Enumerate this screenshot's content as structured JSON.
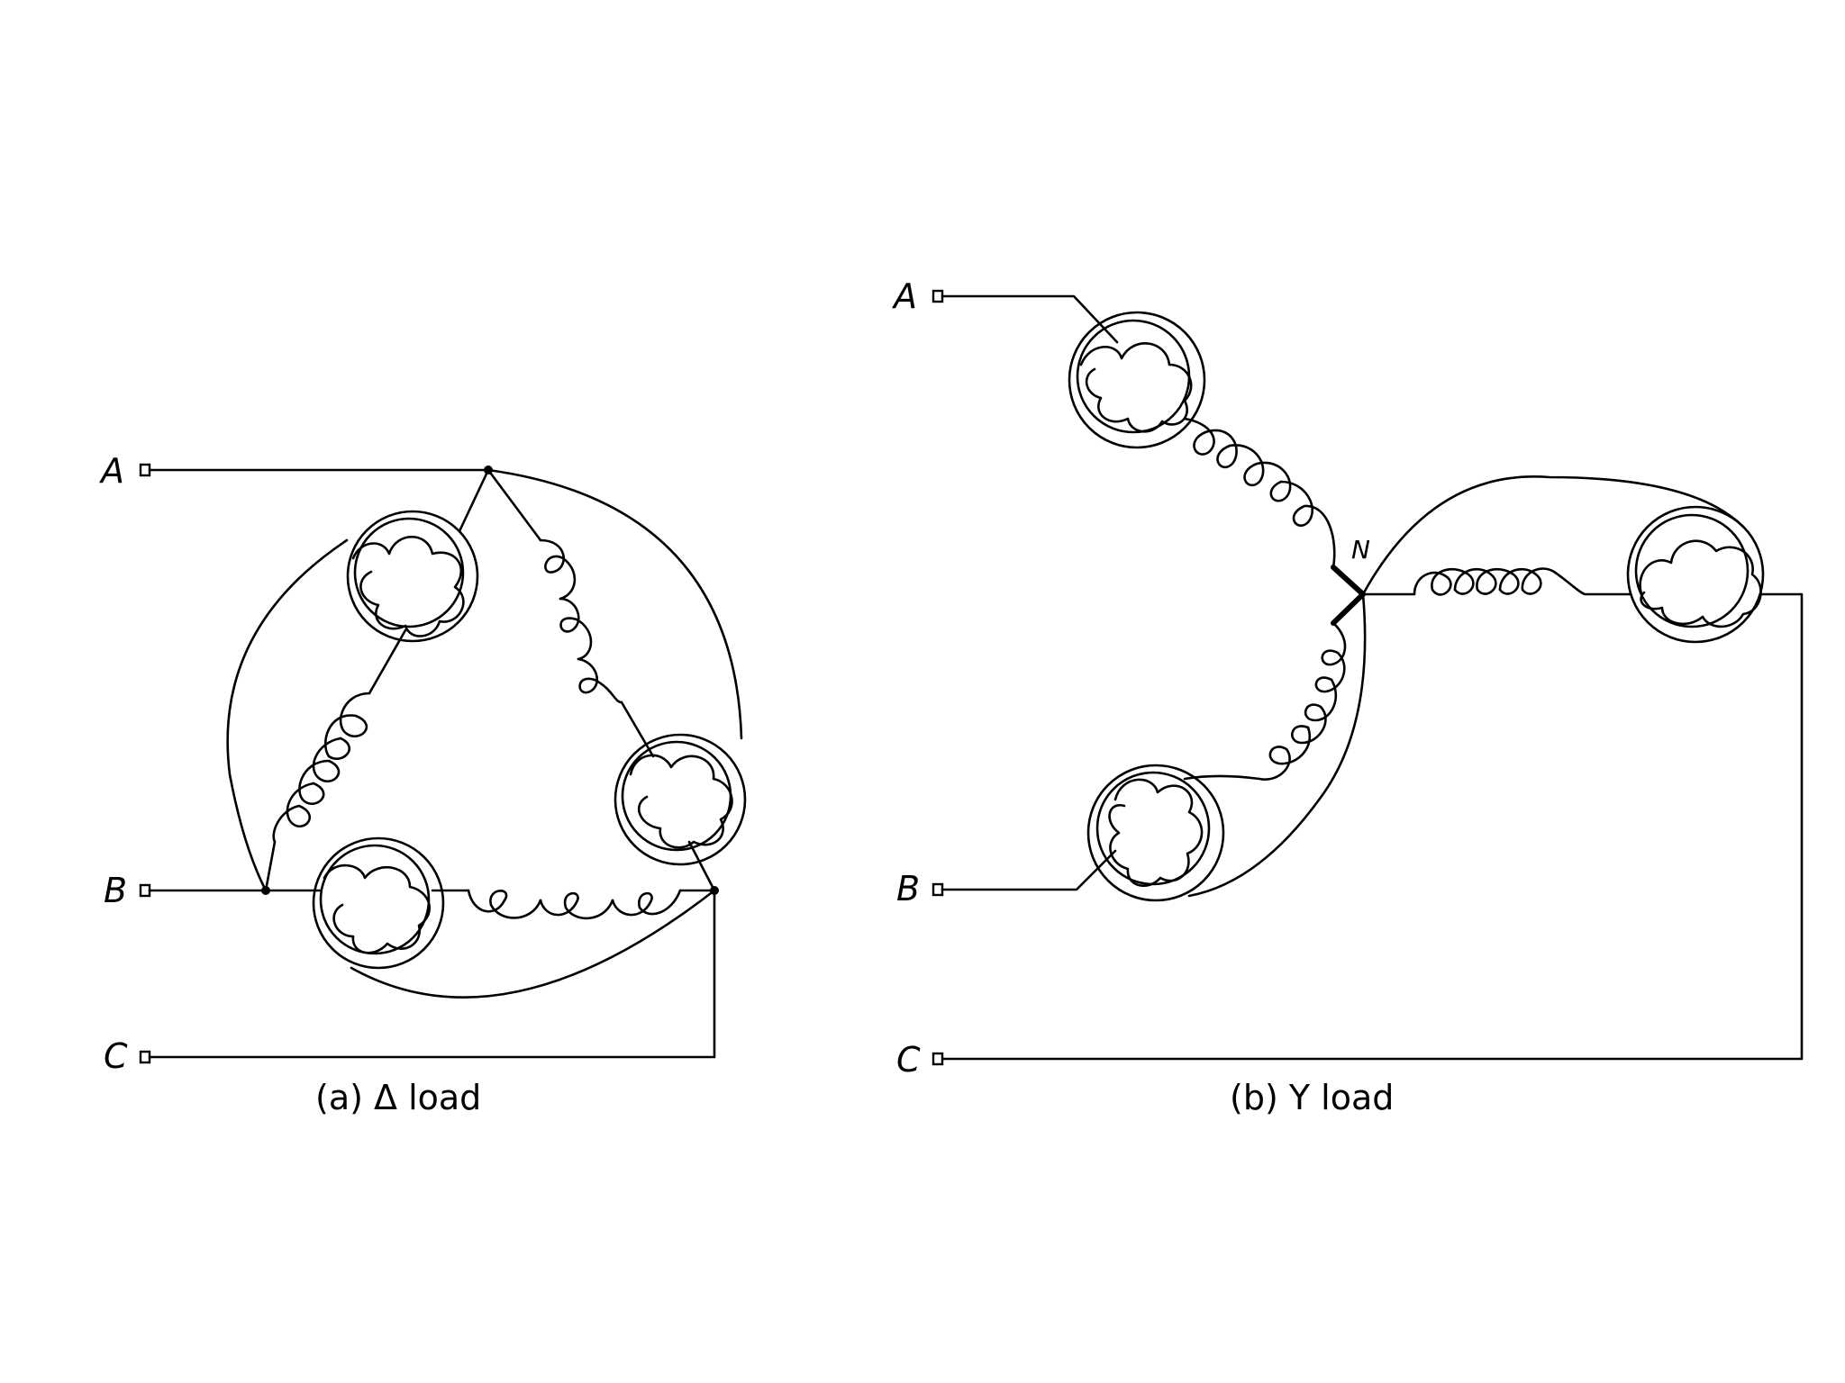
{
  "delta": {
    "terminal_a": "A",
    "terminal_b": "B",
    "terminal_c": "C",
    "caption": "(a) Δ load"
  },
  "wye": {
    "terminal_a": "A",
    "terminal_b": "B",
    "terminal_c": "C",
    "neutral": "N",
    "caption": "(b)  Y  load"
  }
}
